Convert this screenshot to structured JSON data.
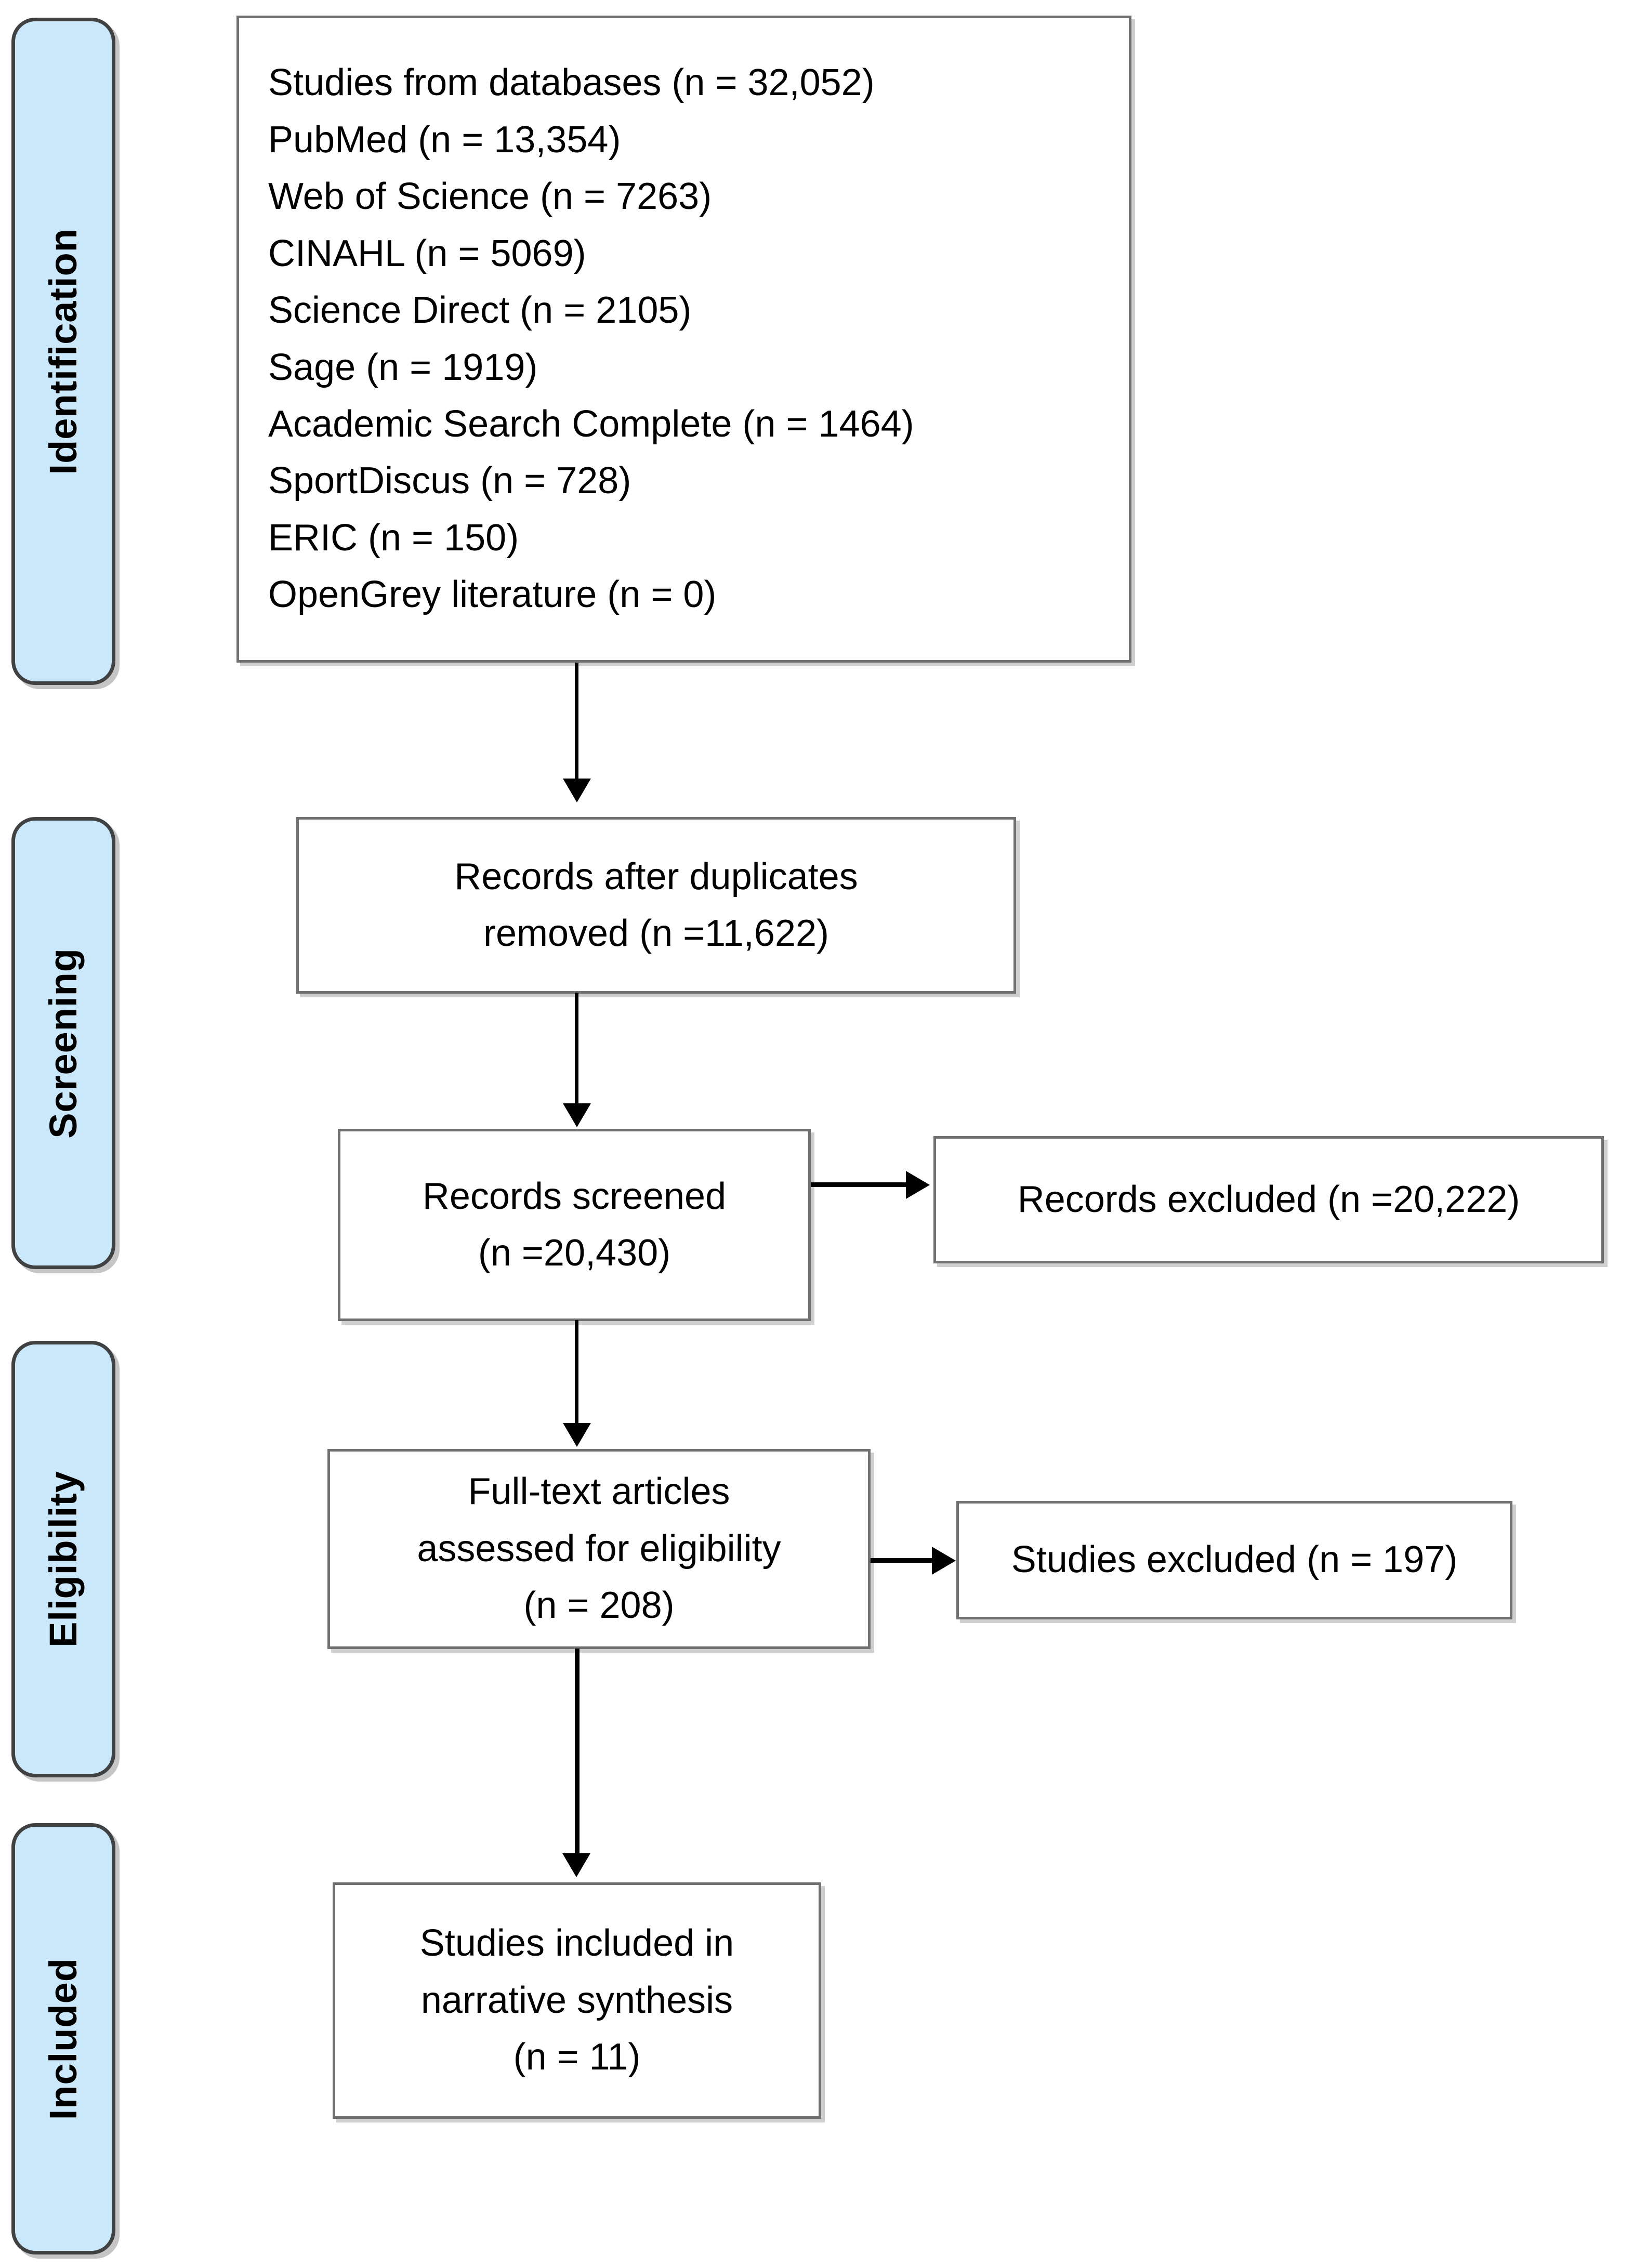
{
  "diagram": {
    "type": "PRISMA flow diagram",
    "stages": [
      {
        "id": "identification",
        "label": "Identification"
      },
      {
        "id": "screening",
        "label": "Screening"
      },
      {
        "id": "eligibility",
        "label": "Eligibility"
      },
      {
        "id": "included",
        "label": "Included"
      }
    ],
    "identification_box": {
      "lines": [
        "Studies from databases (n = 32,052)",
        "PubMed (n = 13,354)",
        "Web of Science (n = 7263)",
        "CINAHL (n = 5069)",
        "Science Direct (n = 2105)",
        "Sage (n = 1919)",
        "Academic Search Complete (n = 1464)",
        "SportDiscus (n = 728)",
        "ERIC (n = 150)",
        "OpenGrey literature (n = 0)"
      ]
    },
    "duplicates_box": {
      "line1": "Records after duplicates",
      "line2": "removed (n =11,622)"
    },
    "screened_box": {
      "line1": "Records screened",
      "line2": "(n =20,430)"
    },
    "records_excluded_box": {
      "line1": "Records excluded (n =20,222)"
    },
    "fulltext_box": {
      "line1": "Full-text articles",
      "line2": "assessed for eligibility",
      "line3": "(n = 208)"
    },
    "studies_excluded_box": {
      "line1": "Studies excluded (n = 197)"
    },
    "included_box": {
      "line1": "Studies included in",
      "line2": "narrative synthesis",
      "line3": "(n = 11)"
    },
    "colors": {
      "stage_fill": "#cbe8fb",
      "stage_border": "#3f4143",
      "box_border": "#6f7173",
      "connector": "#000000",
      "text": "#000000",
      "background": "#ffffff"
    }
  },
  "chart_data": {
    "type": "flowchart",
    "title": "PRISMA study selection flow diagram",
    "nodes": [
      {
        "id": "identification-sources",
        "stage": "Identification",
        "label": "Studies from databases",
        "n": 32052
      },
      {
        "id": "pubmed",
        "stage": "Identification",
        "label": "PubMed",
        "n": 13354
      },
      {
        "id": "web-of-science",
        "stage": "Identification",
        "label": "Web of Science",
        "n": 7263
      },
      {
        "id": "cinahl",
        "stage": "Identification",
        "label": "CINAHL",
        "n": 5069
      },
      {
        "id": "science-direct",
        "stage": "Identification",
        "label": "Science Direct",
        "n": 2105
      },
      {
        "id": "sage",
        "stage": "Identification",
        "label": "Sage",
        "n": 1919
      },
      {
        "id": "academic-search-complete",
        "stage": "Identification",
        "label": "Academic Search Complete",
        "n": 1464
      },
      {
        "id": "sportdiscus",
        "stage": "Identification",
        "label": "SportDiscus",
        "n": 728
      },
      {
        "id": "eric",
        "stage": "Identification",
        "label": "ERIC",
        "n": 150
      },
      {
        "id": "opengrey",
        "stage": "Identification",
        "label": "OpenGrey literature",
        "n": 0
      },
      {
        "id": "duplicates-removed",
        "stage": "Screening",
        "label": "Records after duplicates removed",
        "n": 11622
      },
      {
        "id": "records-screened",
        "stage": "Screening",
        "label": "Records screened",
        "n": 20430
      },
      {
        "id": "records-excluded",
        "stage": "Screening",
        "label": "Records excluded",
        "n": 20222
      },
      {
        "id": "fulltext-assessed",
        "stage": "Eligibility",
        "label": "Full-text articles assessed for eligibility",
        "n": 208
      },
      {
        "id": "studies-excluded",
        "stage": "Eligibility",
        "label": "Studies excluded",
        "n": 197
      },
      {
        "id": "studies-included",
        "stage": "Included",
        "label": "Studies included in narrative synthesis",
        "n": 11
      }
    ],
    "edges": [
      {
        "from": "identification-sources",
        "to": "duplicates-removed",
        "direction": "down"
      },
      {
        "from": "duplicates-removed",
        "to": "records-screened",
        "direction": "down"
      },
      {
        "from": "records-screened",
        "to": "records-excluded",
        "direction": "right"
      },
      {
        "from": "records-screened",
        "to": "fulltext-assessed",
        "direction": "down"
      },
      {
        "from": "fulltext-assessed",
        "to": "studies-excluded",
        "direction": "right"
      },
      {
        "from": "fulltext-assessed",
        "to": "studies-included",
        "direction": "down"
      }
    ]
  }
}
